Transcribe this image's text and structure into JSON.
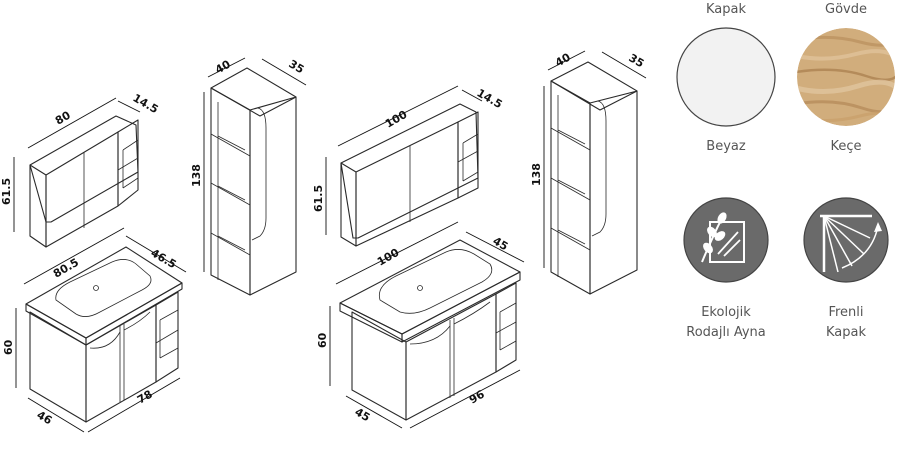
{
  "dimensions": {
    "set1": {
      "mirror_width": "80",
      "mirror_depth": "14.5",
      "mirror_height": "61.5",
      "sink_width": "80.5",
      "sink_depth": "46.5",
      "cabinet_height": "60",
      "cabinet_depth": "46",
      "cabinet_width": "78"
    },
    "tall1": {
      "width": "40",
      "depth": "35",
      "height": "138"
    },
    "set2": {
      "mirror_width": "100",
      "mirror_depth": "14.5",
      "mirror_height": "61.5",
      "sink_width": "100",
      "sink_depth": "45",
      "cabinet_height": "60",
      "cabinet_depth": "45",
      "cabinet_width": "96"
    },
    "tall2": {
      "width": "40",
      "depth": "35",
      "height": "138"
    }
  },
  "swatches": [
    {
      "top_label": "Kapak",
      "bottom_label": "Beyaz",
      "kind": "white",
      "color": "#f2f2f2"
    },
    {
      "top_label": "Gövde",
      "bottom_label": "Keçe",
      "kind": "wood",
      "color": "#d1ad7c"
    }
  ],
  "features": [
    {
      "label_line1": "Ekolojik",
      "label_line2": "Rodajlı Ayna",
      "icon": "eco-mirror-icon",
      "color": "#6a6a6a"
    },
    {
      "label_line1": "Frenli",
      "label_line2": "Kapak",
      "icon": "soft-close-icon",
      "color": "#6a6a6a"
    }
  ]
}
